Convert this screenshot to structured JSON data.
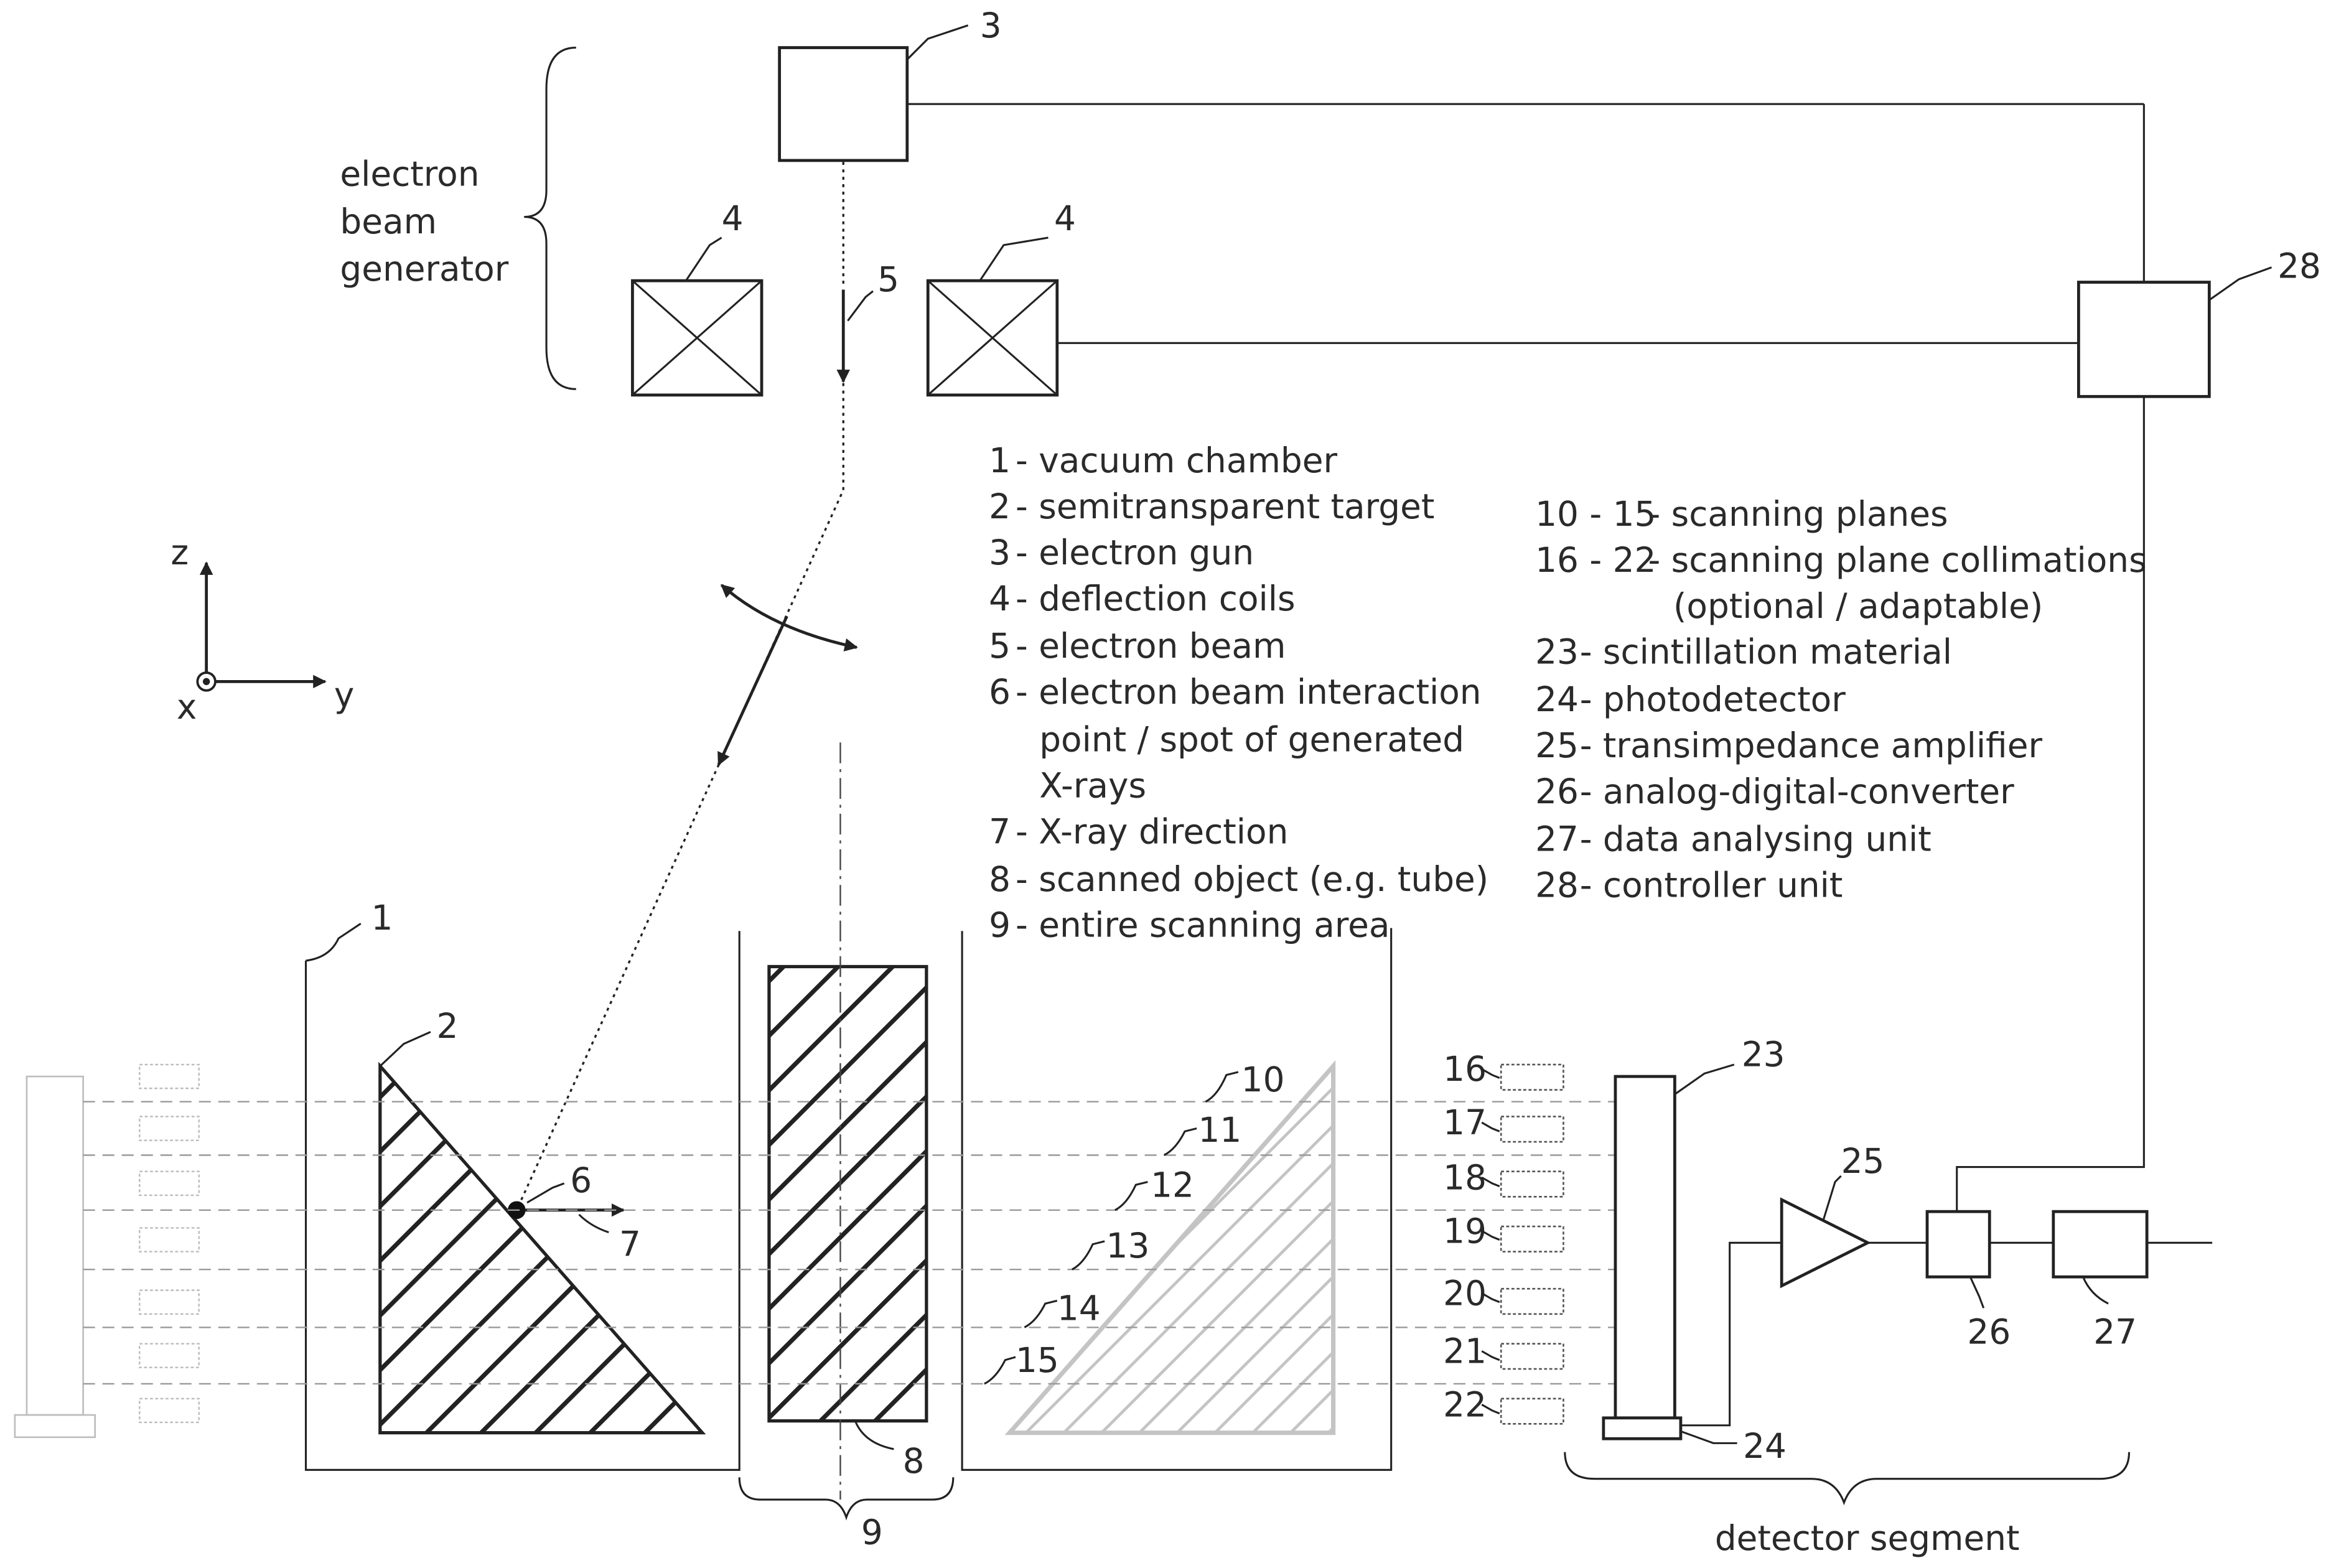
{
  "generator": {
    "lines": [
      "electron",
      "beam",
      "generator"
    ]
  },
  "axes": {
    "z": "z",
    "y": "y",
    "x": "x"
  },
  "callouts": {
    "n1": "1",
    "n2": "2",
    "n3": "3",
    "n4a": "4",
    "n4b": "4",
    "n5": "5",
    "n6": "6",
    "n7": "7",
    "n8": "8",
    "n9": "9",
    "n10": "10",
    "n11": "11",
    "n12": "12",
    "n13": "13",
    "n14": "14",
    "n15": "15",
    "n16": "16",
    "n17": "17",
    "n18": "18",
    "n19": "19",
    "n20": "20",
    "n21": "21",
    "n22": "22",
    "n23": "23",
    "n24": "24",
    "n25": "25",
    "n26": "26",
    "n27": "27",
    "n28": "28"
  },
  "legend_left": [
    {
      "num": "1",
      "text": "- vacuum chamber"
    },
    {
      "num": "2",
      "text": "- semitransparent target"
    },
    {
      "num": "3",
      "text": "- electron gun"
    },
    {
      "num": "4",
      "text": "- deflection coils"
    },
    {
      "num": "5",
      "text": "- electron beam"
    },
    {
      "num": "6",
      "text": "- electron beam interaction"
    },
    {
      "num": "",
      "text": "point / spot of generated"
    },
    {
      "num": "",
      "text": "X-rays"
    },
    {
      "num": "7",
      "text": "- X-ray direction"
    },
    {
      "num": "8",
      "text": "- scanned object (e.g. tube)"
    },
    {
      "num": "9",
      "text": "- entire scanning area"
    }
  ],
  "legend_right": [
    {
      "num": "10 - 15",
      "text": "- scanning planes"
    },
    {
      "num": "16 - 22",
      "text": "- scanning plane collimations"
    },
    {
      "num": "",
      "text": "(optional / adaptable)"
    },
    {
      "num": "23",
      "text": "- scintillation material"
    },
    {
      "num": "24",
      "text": "- photodetector"
    },
    {
      "num": "25",
      "text": "- transimpedance amplifier"
    },
    {
      "num": "26",
      "text": "- analog-digital-converter"
    },
    {
      "num": "27",
      "text": "- data analysing unit"
    },
    {
      "num": "28",
      "text": "- controller unit"
    }
  ],
  "detector_label": "detector segment"
}
